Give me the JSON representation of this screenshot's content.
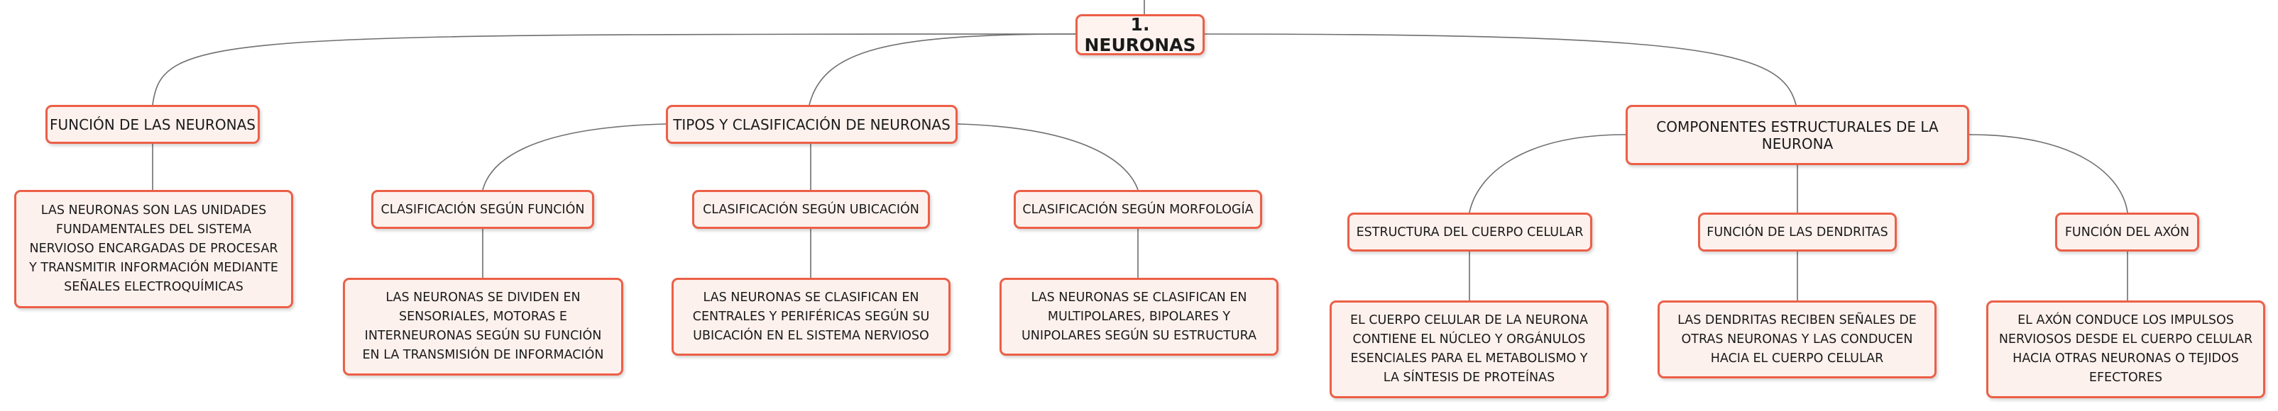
{
  "map": {
    "root": "1. NEURONAS",
    "funcion": {
      "title": "FUNCIÓN DE LAS NEURONAS",
      "detail": "LAS NEURONAS SON LAS UNIDADES FUNDAMENTALES DEL SISTEMA NERVIOSO ENCARGADAS DE PROCESAR Y TRANSMITIR INFORMACIÓN MEDIANTE SEÑALES ELECTROQUÍMICAS"
    },
    "tipos": {
      "title": "TIPOS Y CLASIFICACIÓN DE NEURONAS",
      "children": [
        {
          "title": "CLASIFICACIÓN SEGÚN FUNCIÓN",
          "detail": "LAS NEURONAS SE DIVIDEN EN SENSORIALES, MOTORAS E INTERNEURONAS SEGÚN SU FUNCIÓN EN LA TRANSMISIÓN DE INFORMACIÓN"
        },
        {
          "title": "CLASIFICACIÓN SEGÚN UBICACIÓN",
          "detail": "LAS NEURONAS SE CLASIFICAN EN CENTRALES Y PERIFÉRICAS SEGÚN SU UBICACIÓN EN EL SISTEMA NERVIOSO"
        },
        {
          "title": "CLASIFICACIÓN SEGÚN MORFOLOGÍA",
          "detail": "LAS NEURONAS SE CLASIFICAN EN MULTIPOLARES, BIPOLARES Y UNIPOLARES SEGÚN SU ESTRUCTURA"
        }
      ]
    },
    "componentes": {
      "title": "COMPONENTES ESTRUCTURALES DE LA NEURONA",
      "children": [
        {
          "title": "ESTRUCTURA DEL CUERPO CELULAR",
          "detail": "EL CUERPO CELULAR DE LA NEURONA CONTIENE EL NÚCLEO Y ORGÁNULOS ESENCIALES PARA EL METABOLISMO Y LA SÍNTESIS DE PROTEÍNAS"
        },
        {
          "title": "FUNCIÓN DE LAS DENDRITAS",
          "detail": "LAS DENDRITAS RECIBEN SEÑALES DE OTRAS NEURONAS Y LAS CONDUCEN HACIA EL CUERPO CELULAR"
        },
        {
          "title": "FUNCIÓN DEL AXÓN",
          "detail": "EL AXÓN CONDUCE LOS IMPULSOS NERVIOSOS DESDE EL CUERPO CELULAR HACIA OTRAS NEURONAS O TEJIDOS EFECTORES"
        }
      ]
    }
  },
  "colors": {
    "border": "#ec5f47",
    "fill": "#fdf1ed",
    "connector": "#6e6e6e"
  }
}
